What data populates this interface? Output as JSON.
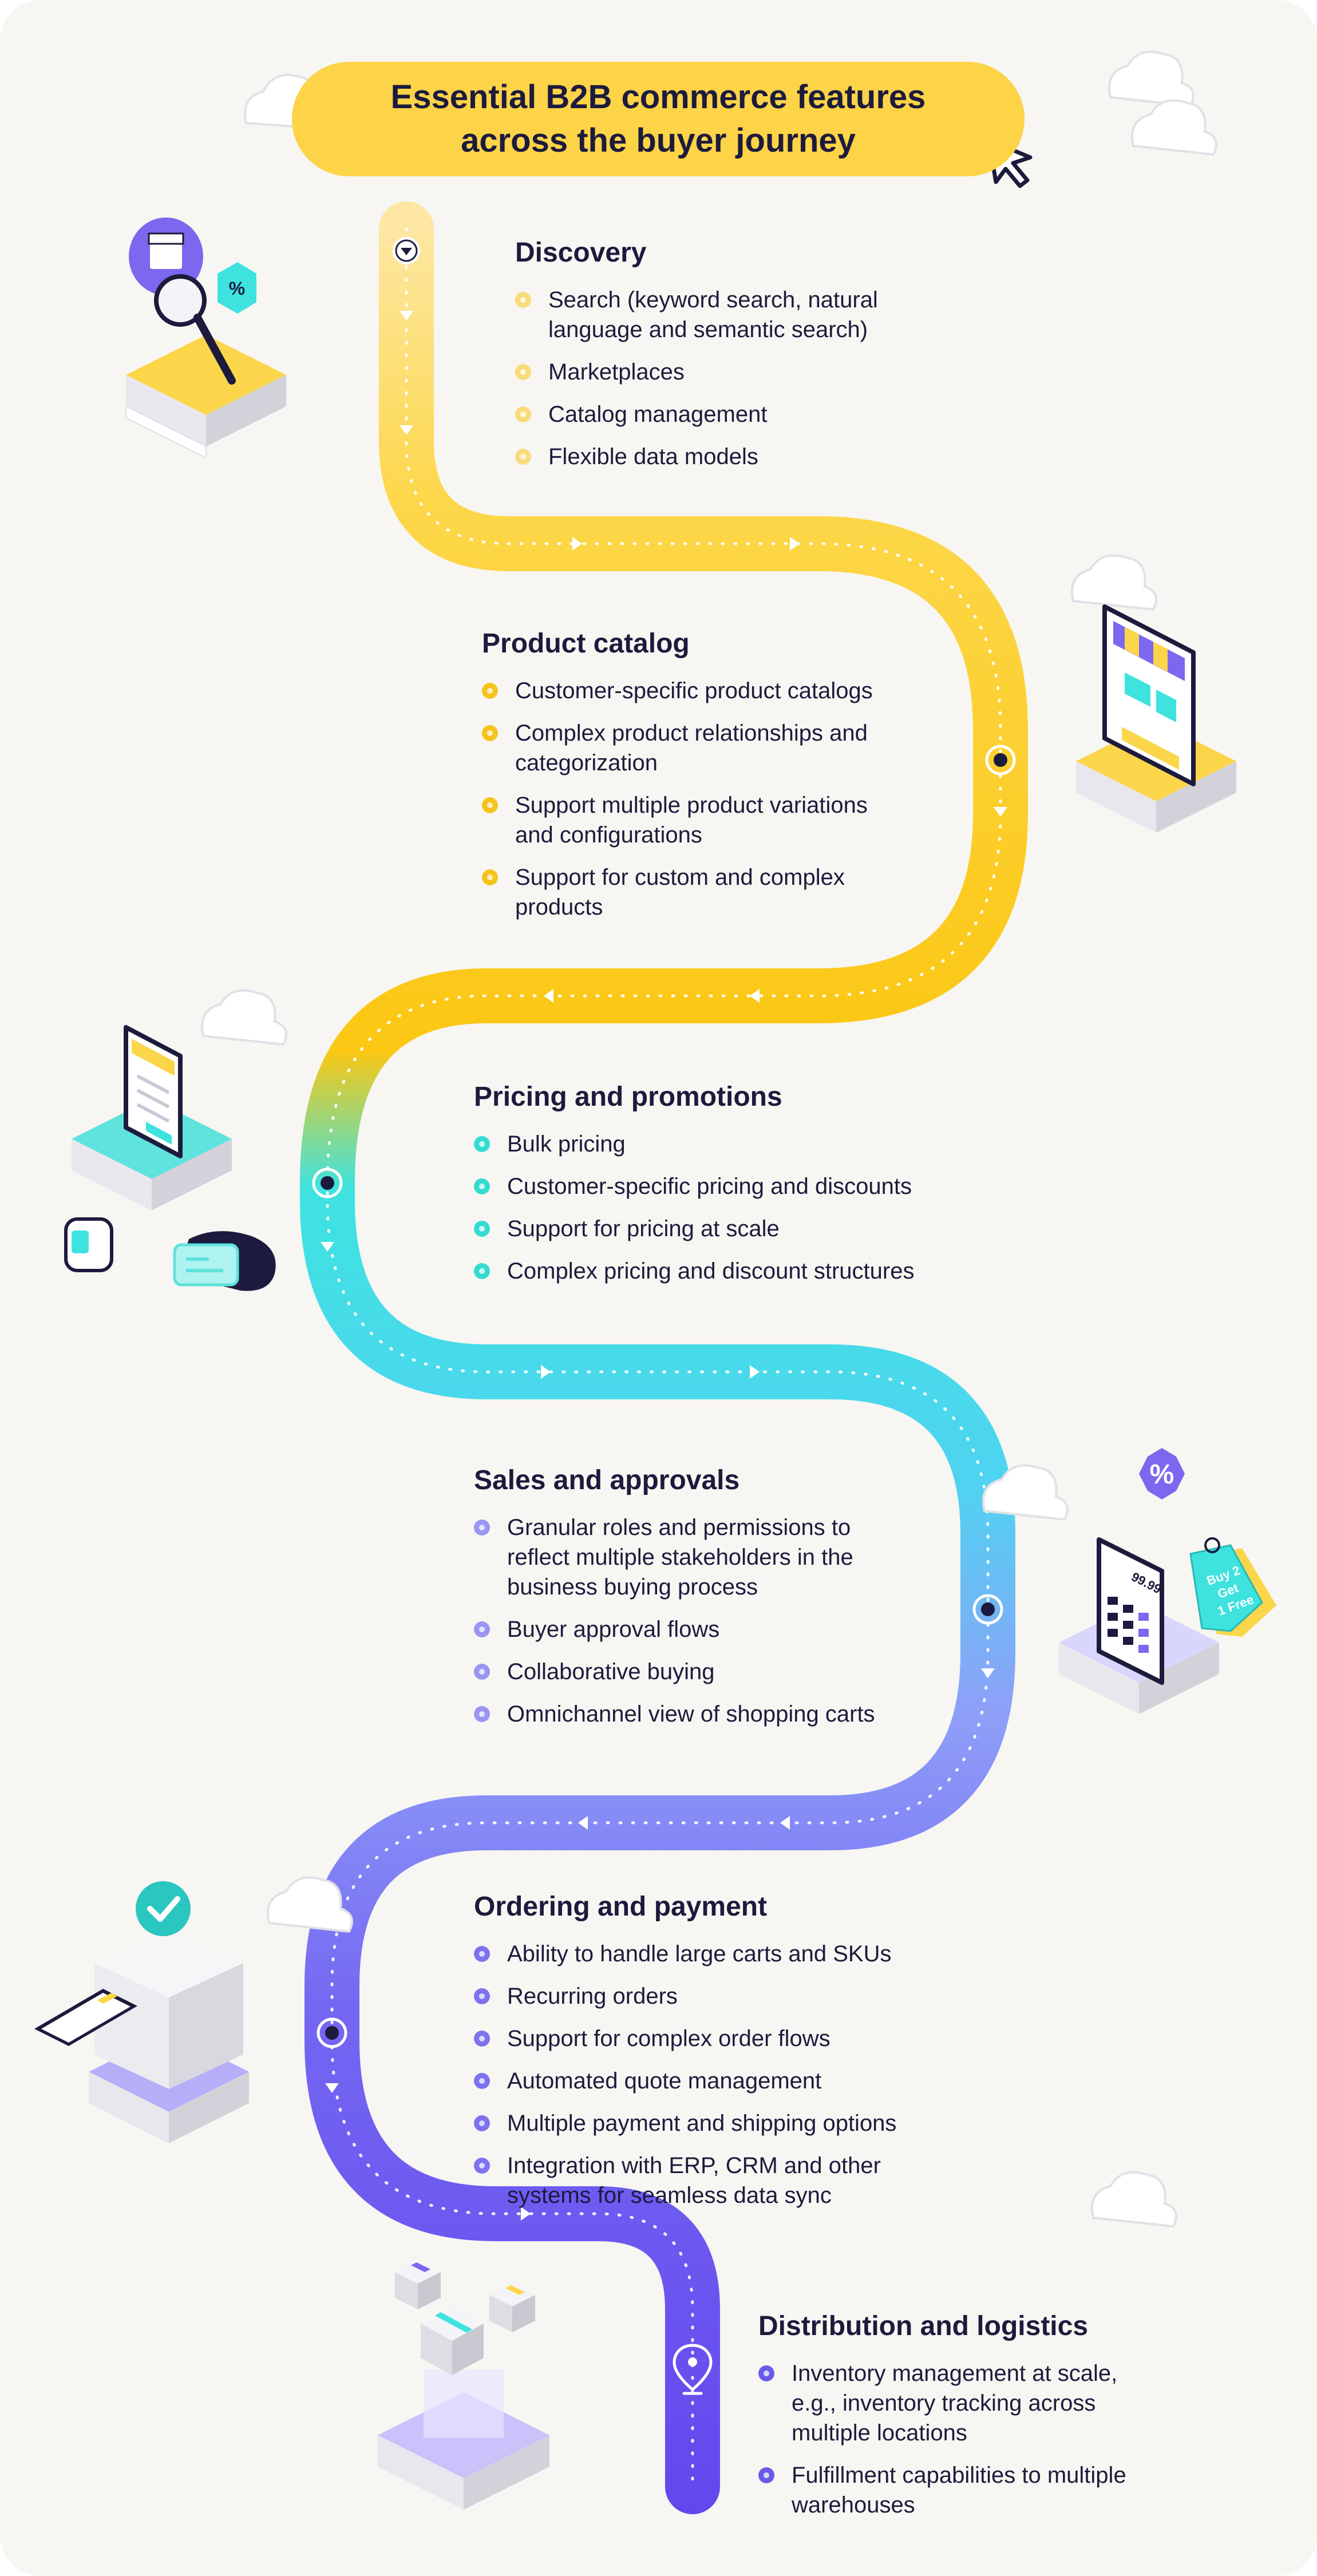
{
  "title": {
    "line1": "Essential B2B commerce features",
    "line2": "across the buyer journey"
  },
  "sections": [
    {
      "heading": "Discovery",
      "color": "#f8dc7c",
      "items": [
        [
          "Search (keyword search, natural",
          "language and semantic search)"
        ],
        [
          "Marketplaces"
        ],
        [
          "Catalog management"
        ],
        [
          "Flexible data models"
        ]
      ]
    },
    {
      "heading": "Product catalog",
      "color": "#f6c31a",
      "items": [
        [
          "Customer-specific product catalogs"
        ],
        [
          "Complex product relationships and",
          "categorization"
        ],
        [
          "Support multiple product variations",
          "and configurations"
        ],
        [
          "Support for custom and complex",
          "products"
        ]
      ]
    },
    {
      "heading": "Pricing and promotions",
      "color": "#34dcd0",
      "items": [
        [
          "Bulk pricing"
        ],
        [
          "Customer-specific pricing and discounts"
        ],
        [
          "Support for pricing at scale"
        ],
        [
          "Complex pricing and discount structures"
        ]
      ]
    },
    {
      "heading": "Sales and approvals",
      "color": "#9b95f3",
      "items": [
        [
          "Granular roles and permissions to",
          "reflect multiple stakeholders in the",
          "business buying process"
        ],
        [
          "Buyer approval flows"
        ],
        [
          "Collaborative buying"
        ],
        [
          "Omnichannel view of shopping carts"
        ]
      ]
    },
    {
      "heading": "Ordering and payment",
      "color": "#7e72ee",
      "items": [
        [
          "Ability to handle large carts and SKUs"
        ],
        [
          "Recurring orders"
        ],
        [
          "Support for complex order flows"
        ],
        [
          "Automated quote management"
        ],
        [
          "Multiple payment and shipping options"
        ],
        [
          "Integration with ERP, CRM and other",
          "systems for seamless data sync"
        ]
      ]
    },
    {
      "heading": "Distribution and logistics",
      "color": "#6a5ae8",
      "items": [
        [
          "Inventory management at scale,",
          "e.g., inventory tracking across",
          "multiple locations"
        ],
        [
          "Fulfillment capabilities to multiple",
          "warehouses"
        ]
      ]
    }
  ],
  "illustrations": {
    "pricing_tag_text": [
      "Buy 2",
      "Get",
      "1 Free"
    ],
    "calculator_display": "99.99",
    "percent_symbol": "%"
  },
  "colors": {
    "background": "#f7f6f2",
    "title_pill": "#fdd348",
    "text": "#1c1b3d",
    "road_yellow": "#fbc713",
    "road_cyan": "#3ee3e0",
    "road_blue": "#5fb0f6",
    "road_violet": "#6b55ee"
  }
}
